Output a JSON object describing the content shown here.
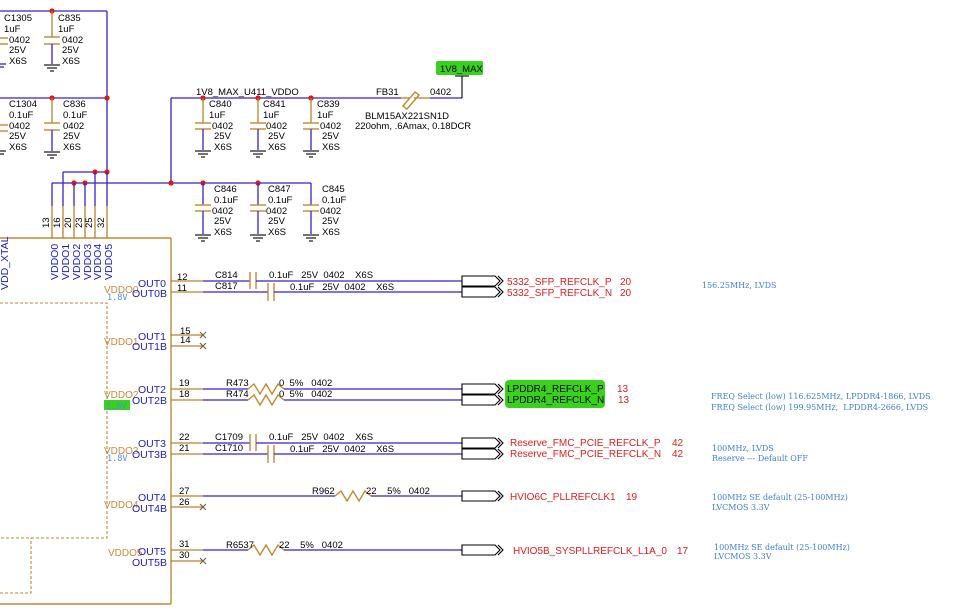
{
  "schematic": {
    "power_rail_label": "1V8_MAX",
    "vddo_net_label": "1V8_MAX_U411_VDDO",
    "ferrite": {
      "ref": "FB31",
      "package": "0402",
      "part": "BLM15AX221SN1D",
      "spec": "220ohm, .6Amax, 0.18DCR"
    },
    "caps_left_top": [
      {
        "ref": "C1305",
        "value": "1uF",
        "pkg": "0402",
        "volt": "25V",
        "diel": "X6S"
      },
      {
        "ref": "C835",
        "value": "1uF",
        "pkg": "0402",
        "volt": "25V",
        "diel": "X6S"
      }
    ],
    "caps_left_bottom": [
      {
        "ref": "C1304",
        "value": "0.1uF",
        "pkg": "0402",
        "volt": "25V",
        "diel": "X6S"
      },
      {
        "ref": "C836",
        "value": "0.1uF",
        "pkg": "0402",
        "volt": "25V",
        "diel": "X6S"
      }
    ],
    "caps_mid_top": [
      {
        "ref": "C840",
        "value": "1uF",
        "pkg": "0402",
        "volt": "25V",
        "diel": "X6S"
      },
      {
        "ref": "C841",
        "value": "1uF",
        "pkg": "0402",
        "volt": "25V",
        "diel": "X6S"
      },
      {
        "ref": "C839",
        "value": "1uF",
        "pkg": "0402",
        "volt": "25V",
        "diel": "X6S"
      }
    ],
    "caps_mid_bottom": [
      {
        "ref": "C846",
        "value": "0.1uF",
        "pkg": "0402",
        "volt": "25V",
        "diel": "X6S"
      },
      {
        "ref": "C847",
        "value": "0.1uF",
        "pkg": "0402",
        "volt": "25V",
        "diel": "X6S"
      },
      {
        "ref": "C845",
        "value": "0.1uF",
        "pkg": "0402",
        "volt": "25V",
        "diel": "X6S"
      }
    ],
    "ic": {
      "vdd_xtal_label": "VDD_XTAL",
      "vddo_pins": [
        {
          "name": "VDDO0",
          "num": "13"
        },
        {
          "name": "VDDO1",
          "num": "16"
        },
        {
          "name": "VDDO2",
          "num": "20"
        },
        {
          "name": "VDDO3",
          "num": "23"
        },
        {
          "name": "VDDO4",
          "num": "25"
        },
        {
          "name": "VDDO5",
          "num": "32"
        }
      ],
      "banks": [
        {
          "vddo": "VDDO0",
          "volt": "1.8V",
          "out": "OUT0",
          "outb": "OUT0B",
          "pin": "12",
          "pinb": "11"
        },
        {
          "vddo": "VDDO1",
          "volt": "",
          "out": "OUT1",
          "outb": "OUT1B",
          "pin": "15",
          "pinb": "14"
        },
        {
          "vddo": "VDDO2",
          "volt": "1.8V",
          "out": "OUT2",
          "outb": "OUT2B",
          "pin": "19",
          "pinb": "18"
        },
        {
          "vddo": "VDDO3",
          "volt": "1.8V",
          "out": "OUT3",
          "outb": "OUT3B",
          "pin": "22",
          "pinb": "21"
        },
        {
          "vddo": "VDDO4",
          "volt": "",
          "out": "OUT4",
          "outb": "OUT4B",
          "pin": "27",
          "pinb": "26"
        },
        {
          "vddo": "VDDO5",
          "volt": "",
          "out": "OUT5",
          "outb": "OUT5B",
          "pin": "31",
          "pinb": "30"
        }
      ]
    },
    "series": {
      "c814": {
        "ref": "C814",
        "spec": "0.1uF   25V  0402    X6S"
      },
      "c817": {
        "ref": "C817",
        "spec": "0.1uF   25V  0402    X6S"
      },
      "r473": {
        "ref": "R473",
        "spec": "0  5%   0402"
      },
      "r474": {
        "ref": "R474",
        "spec": "0  5%   0402"
      },
      "c1709": {
        "ref": "C1709",
        "spec": "0.1uF   25V  0402    X6S"
      },
      "c1710": {
        "ref": "C1710",
        "spec": "0.1uF   25V  0402    X6S"
      },
      "r962": {
        "ref": "R962",
        "spec": "22    5%   0402"
      },
      "r6537": {
        "ref": "R6537",
        "spec": "22    5%   0402"
      }
    },
    "nets": [
      {
        "name": "5332_SFP_REFCLK_P",
        "page": "20"
      },
      {
        "name": "5332_SFP_REFCLK_N",
        "page": "20"
      },
      {
        "name": "LPDDR4_REFCLK_P",
        "page": "13"
      },
      {
        "name": "LPDDR4_REFCLK_N",
        "page": "13"
      },
      {
        "name": "Reserve_FMC_PCIE_REFCLK_P",
        "page": "42"
      },
      {
        "name": "Reserve_FMC_PCIE_REFCLK_N",
        "page": "42"
      },
      {
        "name": "HVIO6C_PLLREFCLK1",
        "page": "19"
      },
      {
        "name": "HVIO5B_SYSPLLREFCLK_L1A_0",
        "page": "17"
      }
    ],
    "notes": [
      "156.25MHz, LVDS",
      "FREQ Select (low) 116.625MHz, LPDDR4-1866, LVDS",
      "FREQ Select (low) 199.95MHz,  LPDDR4-2666, LVDS",
      "100MHz, LVDS",
      "Reserve --- Default OFF",
      "100MHz SE default (25-100MHz)",
      "LVCMOS 3.3V",
      "100MHz SE default (25-100MHz)",
      "LVCMOS 3.3V"
    ]
  }
}
